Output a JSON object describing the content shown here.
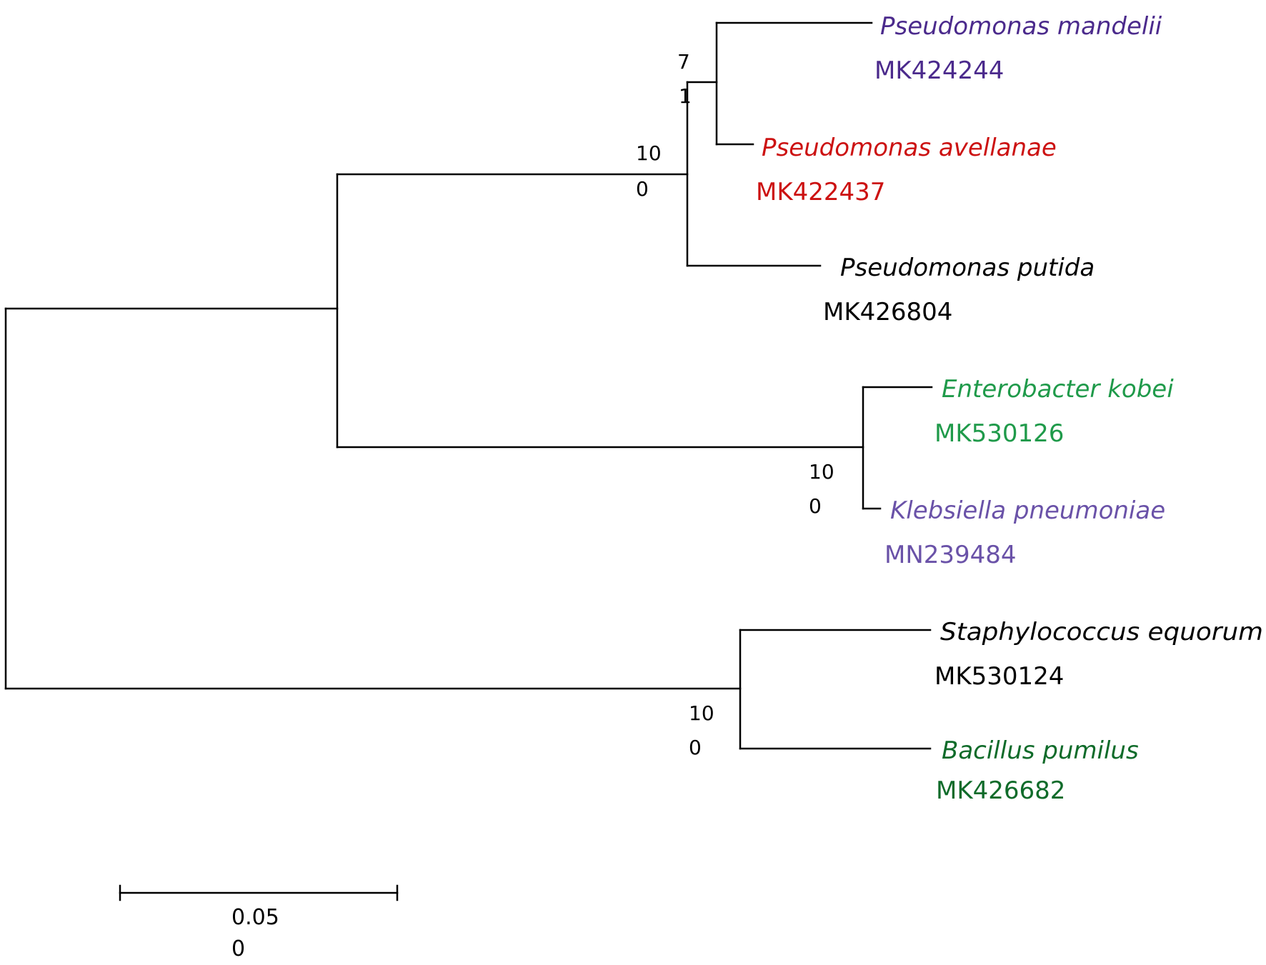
{
  "taxa": [
    {
      "name": "Pseudomonas mandelii",
      "accession": "MK424244",
      "color": "#4b2a8c"
    },
    {
      "name": "Pseudomonas avellanae",
      "accession": "MK422437",
      "color": "#cc1111"
    },
    {
      "name": "Pseudomonas putida",
      "accession": "MK426804",
      "color": "#000000"
    },
    {
      "name": "Enterobacter kobei",
      "accession": "MK530126",
      "color": "#1f9a4a"
    },
    {
      "name": "Klebsiella pneumoniae",
      "accession": "MN239484",
      "color": "#6a52a8"
    },
    {
      "name": "Staphylococcus equorum",
      "accession": "MK530124",
      "color": "#000000"
    },
    {
      "name": "Bacillus pumilus",
      "accession": "MK426682",
      "color": "#0f6b2a"
    }
  ],
  "bootstrap": {
    "mandelii_avellanae": {
      "line1": "7",
      "line2": "1"
    },
    "pseudomonas": {
      "line1": "10",
      "line2": "0"
    },
    "enterobacteriaceae": {
      "line1": "10",
      "line2": "0"
    },
    "firmicutes": {
      "line1": "10",
      "line2": "0"
    }
  },
  "scale_bar": {
    "line1": "0.05",
    "line2": "0"
  }
}
